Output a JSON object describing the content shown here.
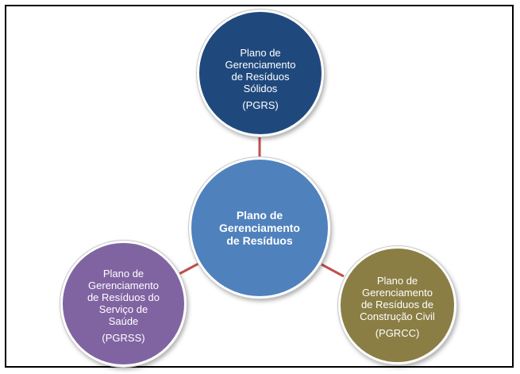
{
  "diagram": {
    "center": {
      "label": "Plano de\nGerenciamento\nde Resíduos",
      "color": "#4f81bd"
    },
    "top": {
      "label": "Plano de\nGerenciamento\nde Resíduos\nSólidos",
      "abbr": "(PGRS)",
      "color": "#1f497d"
    },
    "left": {
      "label": "Plano de\nGerenciamento\nde Resíduos do\nServiço de\nSaúde",
      "abbr": "(PGRSS)",
      "color": "#8064a2"
    },
    "right": {
      "label": "Plano de\nGerenciamento\nde Resíduos de\nConstrução Civil",
      "abbr": "(PGRCC)",
      "color": "#8a7e44"
    },
    "connector_color": "#c0504d"
  }
}
